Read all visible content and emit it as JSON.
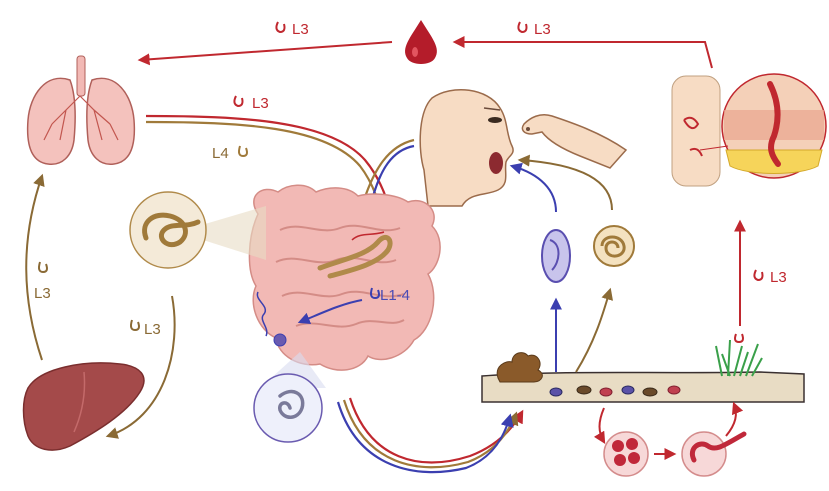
{
  "labels": {
    "top_left_l3": "L3",
    "top_right_l3": "L3",
    "lung_to_gut_l3": "L3",
    "l4": "L4",
    "left_l3": "L3",
    "liver_l3": "L3",
    "gut_l1_4": "L1-4",
    "skin_l3": "L3"
  },
  "colors": {
    "red_path": "#c0282f",
    "brown_path": "#a07a3a",
    "blue_path": "#3b3fb0",
    "organ_pink": "#f2b9b5",
    "liver": "#a44a4a",
    "soil": "#e8dcc4"
  },
  "icons": [
    "lungs-icon",
    "blood-drop-icon",
    "face-icon",
    "hand-icon",
    "skin-section-icon",
    "intestine-icon",
    "liver-icon",
    "egg-icon",
    "larva-icon",
    "stool-icon",
    "grass-icon",
    "soil-icon"
  ]
}
